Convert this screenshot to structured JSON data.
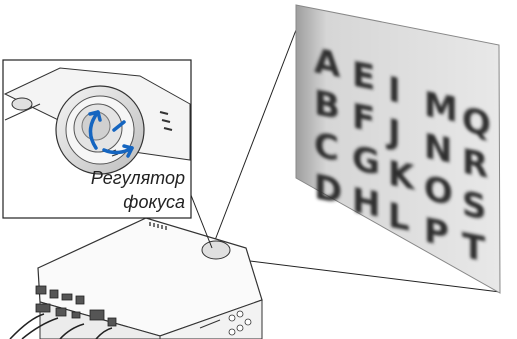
{
  "callout": {
    "label_line1": "Регулятор",
    "label_line2": "фокуса"
  },
  "screen": {
    "letters": [
      "A",
      "B",
      "C",
      "D",
      "E",
      "F",
      "G",
      "H",
      "I",
      "J",
      "K",
      "L",
      "M",
      "N",
      "O",
      "P",
      "Q",
      "R",
      "S",
      "T"
    ],
    "blur": true
  },
  "colors": {
    "arrow": "#1565c0",
    "line": "#222222",
    "screen_shade": "#bdbdbd"
  },
  "icons": {
    "focus_arrow": "rotate-arrow-icon"
  }
}
